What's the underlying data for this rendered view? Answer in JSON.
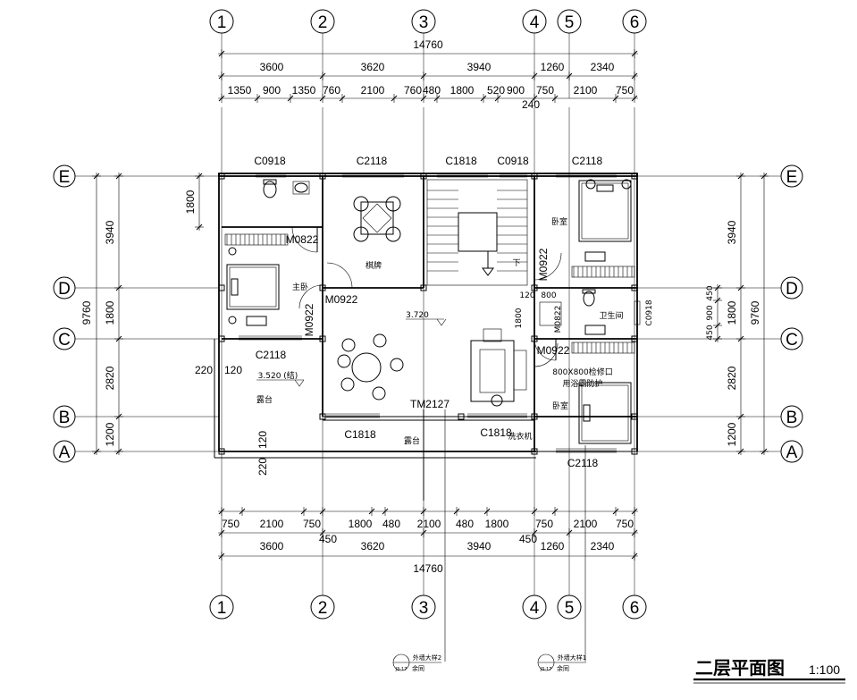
{
  "drawing": {
    "title": "二层平面图",
    "scale": "1:100"
  },
  "axes": {
    "vertical": [
      "1",
      "2",
      "3",
      "4",
      "5",
      "6"
    ],
    "horizontal": [
      "E",
      "D",
      "C",
      "B",
      "A"
    ]
  },
  "dimensions": {
    "top_total": "14760",
    "top_mid": [
      "3600",
      "3620",
      "3940",
      "1260",
      "2340"
    ],
    "top_detail": [
      "1350",
      "900",
      "1350",
      "760",
      "2100",
      "760",
      "480",
      "1800",
      "520",
      "900",
      "750",
      "2100",
      "750"
    ],
    "top_extra": "240",
    "bottom_detail": [
      "750",
      "2100",
      "750",
      "1800",
      "480",
      "2100",
      "480",
      "1800",
      "750",
      "2100",
      "750"
    ],
    "bottom_extra": [
      "450",
      "450"
    ],
    "bottom_mid": [
      "3600",
      "3620",
      "3940",
      "1260",
      "2340"
    ],
    "bottom_total": "14760",
    "left_total": "9760",
    "left_mid": [
      "3940",
      "1800",
      "2820",
      "1200"
    ],
    "left_detail": "1800",
    "right_total": "9760",
    "right_mid": [
      "3940",
      "1800",
      "2820",
      "1200"
    ],
    "right_detail": [
      "450",
      "900",
      "450"
    ]
  },
  "labels": {
    "window_c0918_a": "C0918",
    "window_c2118_a": "C2118",
    "window_c1818_a": "C1818",
    "window_c0918_b": "C0918",
    "window_c2118_b": "C2118",
    "window_c2118_c": "C2118",
    "window_c1818_b": "C1818",
    "window_c1818_c": "C1818",
    "window_c2118_d": "C2118",
    "window_c0918_c": "C0918",
    "door_m0822_a": "M0822",
    "door_m0922_a": "M0922",
    "door_m0922_b": "M0922",
    "door_m0922_c": "M0922",
    "door_m0822_b": "M0822",
    "door_m0922_d": "M0922",
    "door_tm2127": "TM2127",
    "room_master": "主卧",
    "room_chess": "棋牌",
    "room_bed_1": "卧室",
    "room_bed_2": "卧室",
    "room_bath": "卫生间",
    "room_terrace_1": "露台",
    "room_terrace_2": "露台",
    "room_washer": "洗衣机",
    "stair_down": "下",
    "level_1": "3.720",
    "level_2": "3.520 (结)",
    "dim_220_a": "220",
    "dim_120_a": "120",
    "dim_220_b": "220",
    "dim_120_b": "120",
    "dim_120_c": "120",
    "dim_800": "800",
    "dim_1800_v": "1800",
    "access_note": "800X800检修口",
    "access_note2": "用浴霸防护",
    "detail_ref_1": "外墙大样2",
    "detail_ref_1b": "余同",
    "detail_ref_2": "外墙大样1",
    "detail_ref_2b": "余同",
    "ref_num_1": "J3-17",
    "ref_num_2": "J3-17"
  }
}
